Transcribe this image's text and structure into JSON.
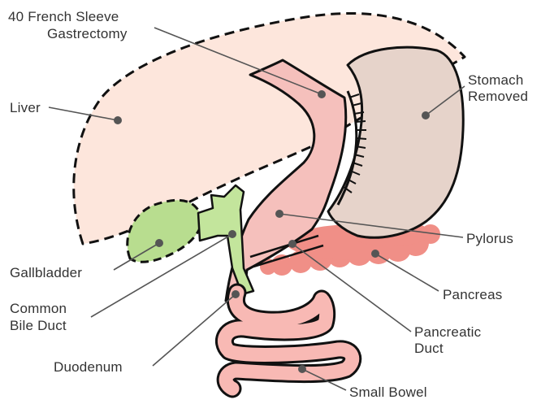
{
  "colors": {
    "liver": "#fde6dc",
    "stomach_removed": "#e6d3ca",
    "sleeve": "#f5c0bc",
    "pancreas": "#f08f87",
    "gallbladder": "#b8dd8f",
    "bile_duct": "#c3e59c",
    "bowel": "#f8b9b4",
    "outline": "#111111",
    "leader": "#555555",
    "text": "#333333"
  },
  "labels": {
    "sleeve_line1": "40 French Sleeve",
    "sleeve_line2": "Gastrectomy",
    "liver": "Liver",
    "stomach_line1": "Stomach",
    "stomach_line2": "Removed",
    "gallbladder": "Gallbladder",
    "pylorus": "Pylorus",
    "bile_line1": "Common",
    "bile_line2": "Bile Duct",
    "pancreas": "Pancreas",
    "pancreatic_line1": "Pancreatic",
    "pancreatic_line2": "Duct",
    "duodenum": "Duodenum",
    "small_bowel": "Small Bowel"
  }
}
